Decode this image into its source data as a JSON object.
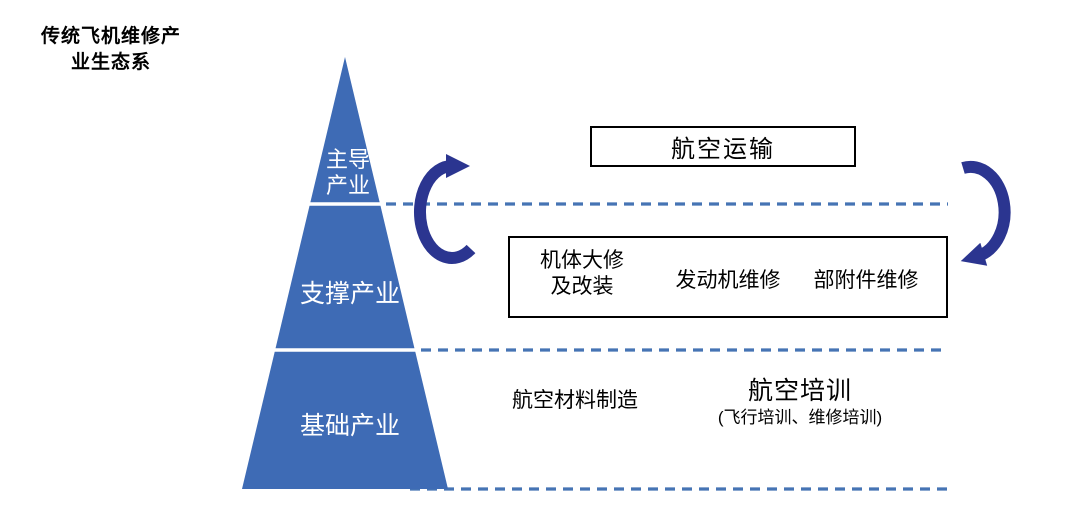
{
  "title": {
    "line1": "传统飞机维修产",
    "line2": "业生态系"
  },
  "pyramid": {
    "top_label_line1": "主导",
    "top_label_line2": "产业",
    "middle_label": "支撑产业",
    "bottom_label": "基础产业"
  },
  "transport_box": {
    "label": "航空运输"
  },
  "support_box": {
    "item1_line1": "机体大修",
    "item1_line2": "及改装",
    "item2": "发动机维修",
    "item3": "部附件维修"
  },
  "base_items": {
    "materials": "航空材料制造",
    "training_title": "航空培训",
    "training_subtitle": "(飞行培训、维修培训)"
  },
  "icons": {
    "left_arrow": "cycle-arrow-icon",
    "right_arrow": "cycle-arrow-icon"
  },
  "colors": {
    "pyramid_blue": "#3E6BB5",
    "arrow_navy": "#2B3590",
    "dashed_line_blue": "#4674B4",
    "box_border": "#000000",
    "pyramid_text": "#FFFFFF",
    "text": "#000000"
  }
}
